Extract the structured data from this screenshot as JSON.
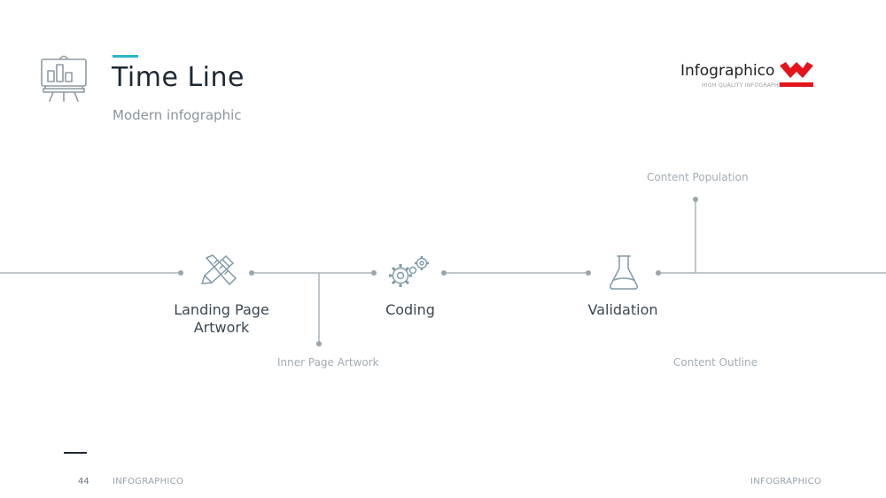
{
  "header": {
    "title": "Time Line",
    "subtitle": "Modern infographic",
    "icon": "presentation-board-icon",
    "accent_color": "#29b6c8"
  },
  "logo": {
    "name": "Infographico",
    "tagline": "HIGH QUALITY INFOGRAPHICS",
    "mark_color": "#e3141b"
  },
  "timeline": {
    "stages": [
      {
        "label_line1": "Landing Page",
        "label_line2": "Artwork",
        "icon": "pencil-ruler-icon"
      },
      {
        "label_line1": "Coding",
        "label_line2": "",
        "icon": "gears-icon"
      },
      {
        "label_line1": "Validation",
        "label_line2": "",
        "icon": "flask-icon"
      }
    ],
    "milestones": {
      "inner_page_artwork": "Inner Page Artwork",
      "content_population": "Content Population",
      "content_outline": "Content Outline"
    },
    "line_color": "#aab4ba"
  },
  "footer": {
    "page_number": "44",
    "brand_left": "INFOGRAPHICO",
    "brand_right": "INFOGRAPHICO"
  }
}
